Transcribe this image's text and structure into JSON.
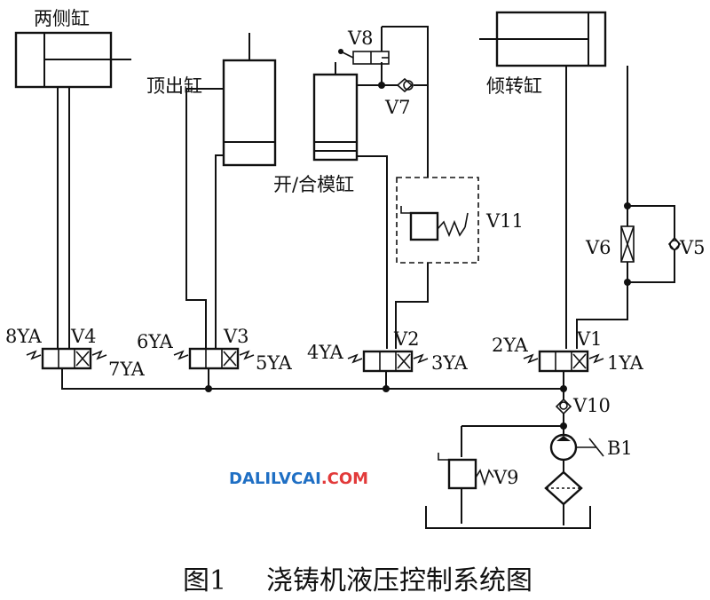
{
  "components": {
    "cyl_side": "两侧缸",
    "cyl_top": "顶出缸",
    "cyl_mold": "开/合模缸",
    "cyl_tilt": "倾转缸",
    "v1": "V1",
    "v2": "V2",
    "v3": "V3",
    "v4": "V4",
    "v5": "V5",
    "v6": "V6",
    "v7": "V7",
    "v8": "V8",
    "v9": "V9",
    "v10": "V10",
    "v11": "V11",
    "b1": "B1"
  },
  "solenoids": {
    "s1": "1YA",
    "s2": "2YA",
    "s3": "3YA",
    "s4": "4YA",
    "s5": "5YA",
    "s6": "6YA",
    "s7": "7YA",
    "s8": "8YA"
  },
  "watermark": {
    "prefix": "DALILVCAI",
    "suffix": ".COM",
    "color_prefix": "#1f6fc4",
    "color_suffix": "#e23a3a"
  },
  "caption": {
    "number": "图1",
    "title": "浇铸机液压控制系统图"
  }
}
